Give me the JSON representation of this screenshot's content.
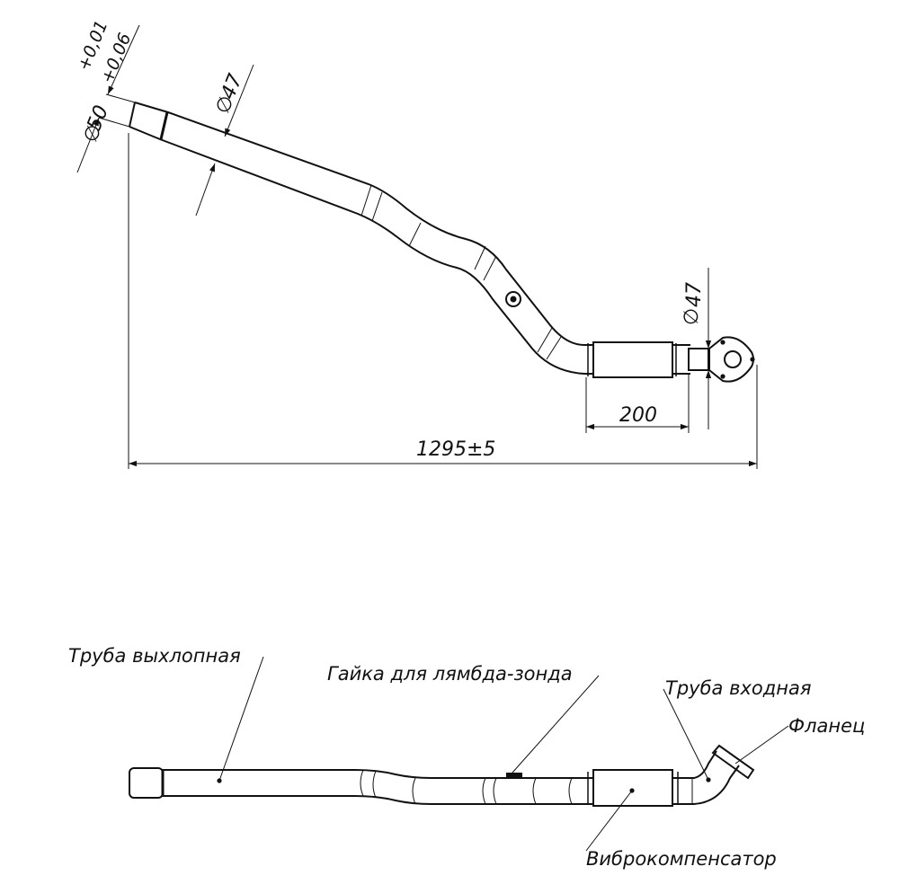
{
  "top_view": {
    "dia_inlet_value": "50",
    "dia_inlet_tol_upper": "+0,01",
    "dia_inlet_tol_lower": "+0,06",
    "dia_pipe": "47",
    "dia_outlet": "47",
    "len_compensator": "200",
    "len_total": "1295±5",
    "diameter_symbol": "∅"
  },
  "side_view": {
    "label_exhaust_pipe": "Труба выхлопная",
    "label_lambda_nut": "Гайка для лямбда-зонда",
    "label_inlet_pipe": "Труба входная",
    "label_flange": "Фланец",
    "label_compensator": "Виброкомпенсатор"
  }
}
